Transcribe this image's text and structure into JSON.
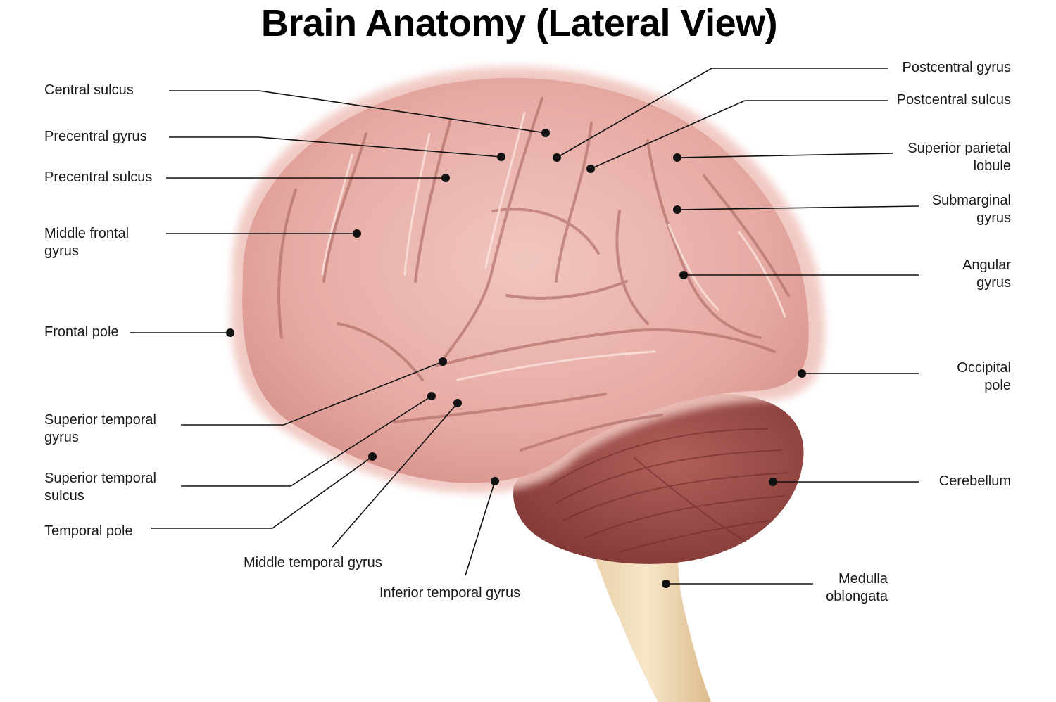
{
  "title": "Brain Anatomy (Lateral View)",
  "labels": {
    "central_sulcus": [
      "Central sulcus"
    ],
    "precentral_gyrus": [
      "Precentral gyrus"
    ],
    "precentral_sulcus": [
      "Precentral sulcus"
    ],
    "middle_frontal_gyrus": [
      "Middle frontal",
      "gyrus"
    ],
    "frontal_pole": [
      "Frontal pole"
    ],
    "superior_temporal_gyrus": [
      "Superior temporal",
      "gyrus"
    ],
    "superior_temporal_sulcus": [
      "Superior temporal",
      "sulcus"
    ],
    "temporal_pole": [
      "Temporal pole"
    ],
    "middle_temporal_gyrus": [
      "Middle temporal gyrus"
    ],
    "inferior_temporal_gyrus": [
      "Inferior temporal gyrus"
    ],
    "postcentral_gyrus": [
      "Postcentral gyrus"
    ],
    "postcentral_sulcus": [
      "Postcentral sulcus"
    ],
    "superior_parietal_lobule": [
      "Superior parietal",
      "lobule"
    ],
    "submarginal_gyrus": [
      "Submarginal",
      "gyrus"
    ],
    "angular_gyrus": [
      "Angular",
      "gyrus"
    ],
    "occipital_pole": [
      "Occipital",
      "pole"
    ],
    "cerebellum": [
      "Cerebellum"
    ],
    "medulla_oblongata": [
      "Medulla",
      "oblongata"
    ]
  },
  "colors": {
    "cortex": "#e9b4ad",
    "cortex_shadow": "#b9746f",
    "cerebellum": "#9a4a46",
    "brainstem": "#ead2ac",
    "leader": "#111111"
  }
}
